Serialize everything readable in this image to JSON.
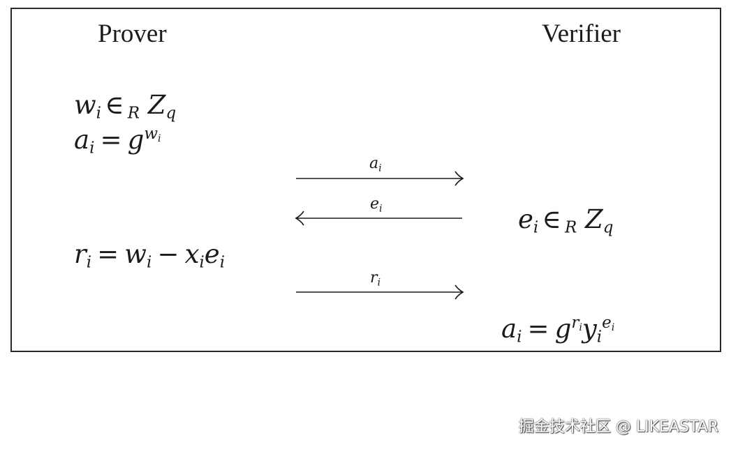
{
  "headings": {
    "prover": "Prover",
    "verifier": "Verifier"
  },
  "prover_steps": {
    "commit_random": {
      "var": "w",
      "sub": "i",
      "rel": "∈",
      "rel_sub": "R",
      "set": "Z",
      "set_sub": "q"
    },
    "commit_value": {
      "lhs": "a",
      "lhs_sub": "i",
      "rel": "=",
      "base": "g",
      "exp": "w",
      "exp_sub": "i"
    },
    "response": {
      "lhs": "r",
      "lhs_sub": "i",
      "rel": "=",
      "t1": "w",
      "t1_sub": "i",
      "op": "−",
      "t2": "x",
      "t2_sub": "i",
      "t3": "e",
      "t3_sub": "i"
    }
  },
  "verifier_steps": {
    "challenge": {
      "var": "e",
      "sub": "i",
      "rel": "∈",
      "rel_sub": "R",
      "set": "Z",
      "set_sub": "q"
    },
    "check": {
      "lhs": "a",
      "lhs_sub": "i",
      "rel": "=",
      "base": "g",
      "exp": "r",
      "exp_sub": "i",
      "y": "y",
      "y_sub": "i",
      "y_exp": "e",
      "y_exp_sub": "i"
    }
  },
  "messages": [
    {
      "label": "a",
      "sub": "i",
      "direction": "to-verifier"
    },
    {
      "label": "e",
      "sub": "i",
      "direction": "to-prover"
    },
    {
      "label": "r",
      "sub": "i",
      "direction": "to-verifier"
    }
  ],
  "watermark": "掘金技术社区 @ LIKEASTAR",
  "colors": {
    "ink": "#1a1a1a",
    "frame": "#2a2a2a",
    "background": "#ffffff"
  }
}
